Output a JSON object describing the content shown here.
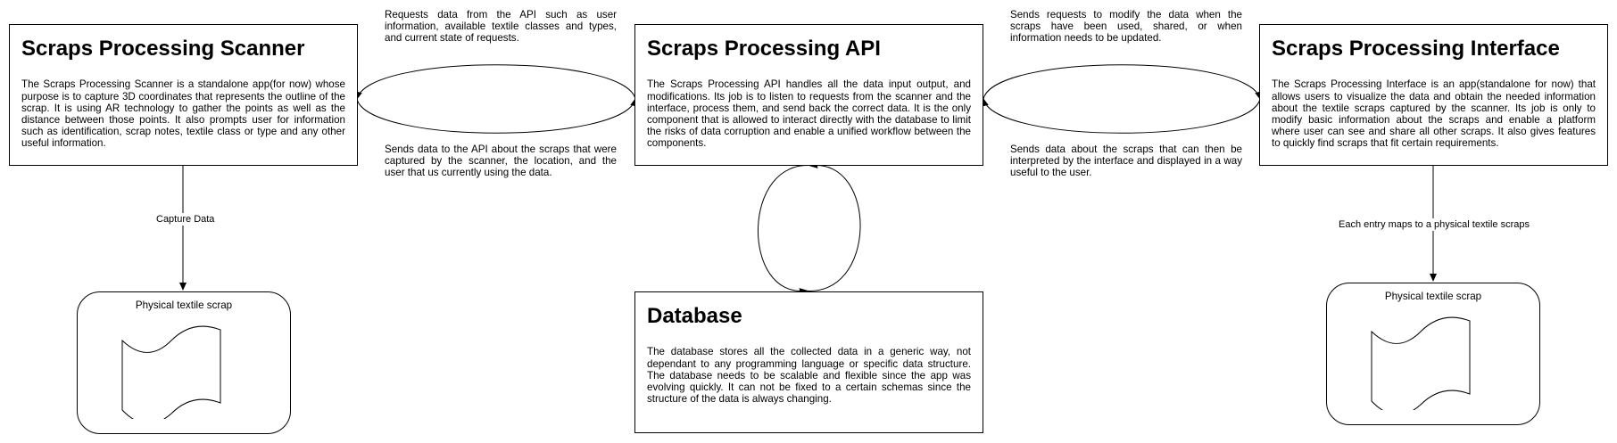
{
  "boxes": {
    "scanner": {
      "title": "Scraps Processing Scanner",
      "body": "The Scraps Processing Scanner is a standalone app(for now) whose purpose is to capture 3D coordinates that represents the outline of the scrap. It is using AR technology to gather the points as well as the distance between those points. It also prompts user for information such as identification, scrap notes, textile class or type and any other useful information."
    },
    "api": {
      "title": "Scraps Processing API",
      "body": "The Scraps Processing API handles all the data input output, and modifications. Its job is to listen to requests from the scanner and the interface, process them, and send back the correct data. It is the only component that is allowed to interact directly with the database to limit the risks of data corruption and enable a unified workflow between the components."
    },
    "interface": {
      "title": "Scraps Processing Interface",
      "body": "The Scraps Processing Interface is an app(standalone for now) that allows users to visualize the data and obtain the needed information about the textile scraps captured by the scanner. Its job is only to modify basic information about the scraps and enable a platform where user can see and share all other scraps. It also gives features to quickly find scraps that fit certain requirements."
    },
    "database": {
      "title": "Database",
      "body": "The database stores all the collected data in a generic way, not dependant to any programming language or specific data structure. The database needs to be scalable and flexible since the app was evolving quickly. It can not be fixed to a certain schemas since the structure of the data is always changing."
    }
  },
  "notes": {
    "scanner_api_top": "Requests data from the API such as user information, available textile classes and types, and current state of requests.",
    "scanner_api_bottom": "Sends data to the API about the scraps that were captured by the scanner, the location, and the user that us currently using the data.",
    "api_interface_top": "Sends requests to modify the data when the scraps have been used, shared, or when information needs to be updated.",
    "api_interface_bottom": "Sends data about the scraps that can then be interpreted by the interface and displayed in a way useful to the user."
  },
  "edge_labels": {
    "capture": "Capture Data",
    "maps": "Each entry maps to a physical textile scraps"
  },
  "scraps": {
    "left_title": "Physical textile scrap",
    "right_title": "Physical textile scrap"
  }
}
